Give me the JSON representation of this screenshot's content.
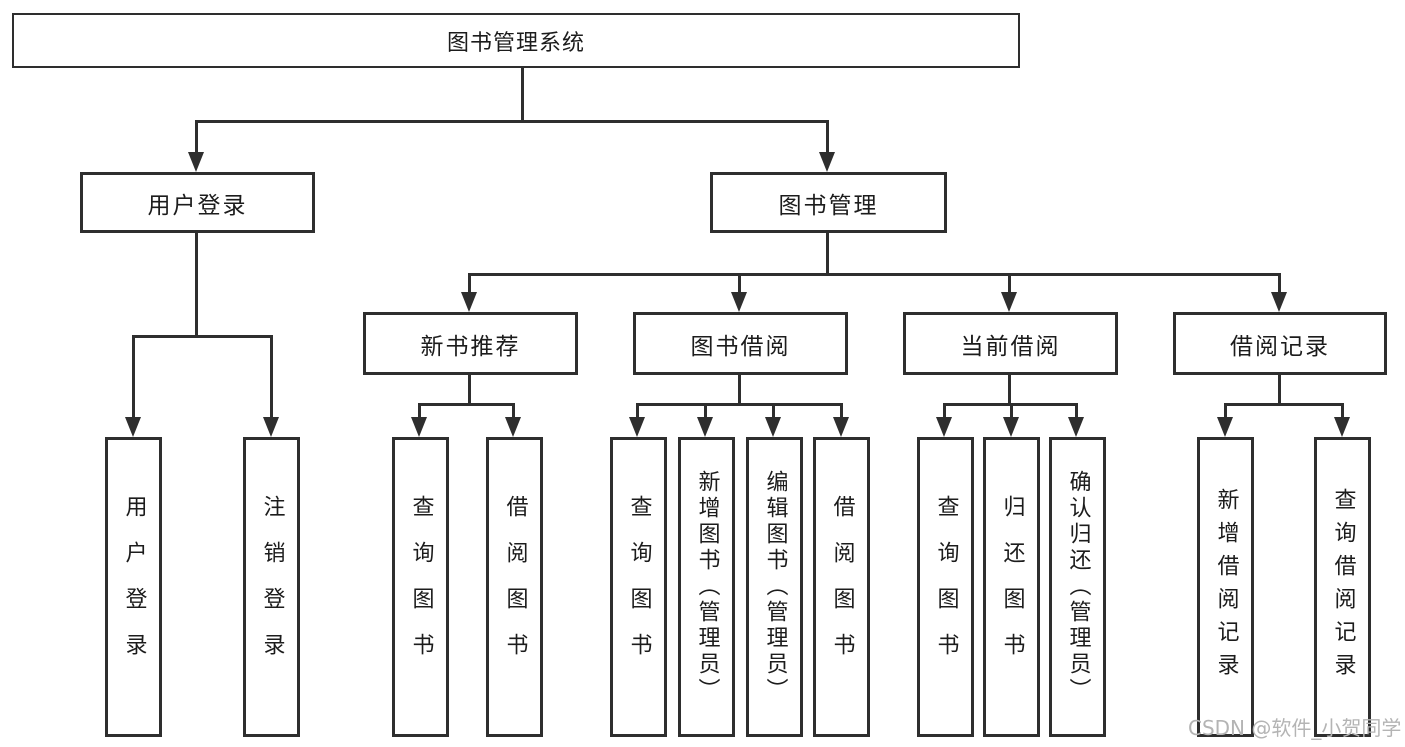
{
  "diagram": {
    "root": {
      "label": "图书管理系统"
    },
    "login_branch": {
      "label": "用户登录",
      "children": [
        {
          "label": "用户登录"
        },
        {
          "label": "注销登录"
        }
      ]
    },
    "mgmt_branch": {
      "label": "图书管理",
      "sections": [
        {
          "label": "新书推荐",
          "children": [
            {
              "label": "查询图书"
            },
            {
              "label": "借阅图书"
            }
          ]
        },
        {
          "label": "图书借阅",
          "children": [
            {
              "label": "查询图书"
            },
            {
              "label": "新增图书（管理员）"
            },
            {
              "label": "编辑图书（管理员）"
            },
            {
              "label": "借阅图书"
            }
          ]
        },
        {
          "label": "当前借阅",
          "children": [
            {
              "label": "查询图书"
            },
            {
              "label": "归还图书"
            },
            {
              "label": "确认归还（管理员）"
            }
          ]
        },
        {
          "label": "借阅记录",
          "children": [
            {
              "label": "新增借阅记录"
            },
            {
              "label": "查询借阅记录"
            }
          ]
        }
      ]
    },
    "watermark": "CSDN @软件_小贺同学",
    "colors": {
      "line": "#2e2e2e",
      "text": "#1c1c1c",
      "watermark": "#b4b4b4",
      "background": "#ffffff"
    }
  }
}
